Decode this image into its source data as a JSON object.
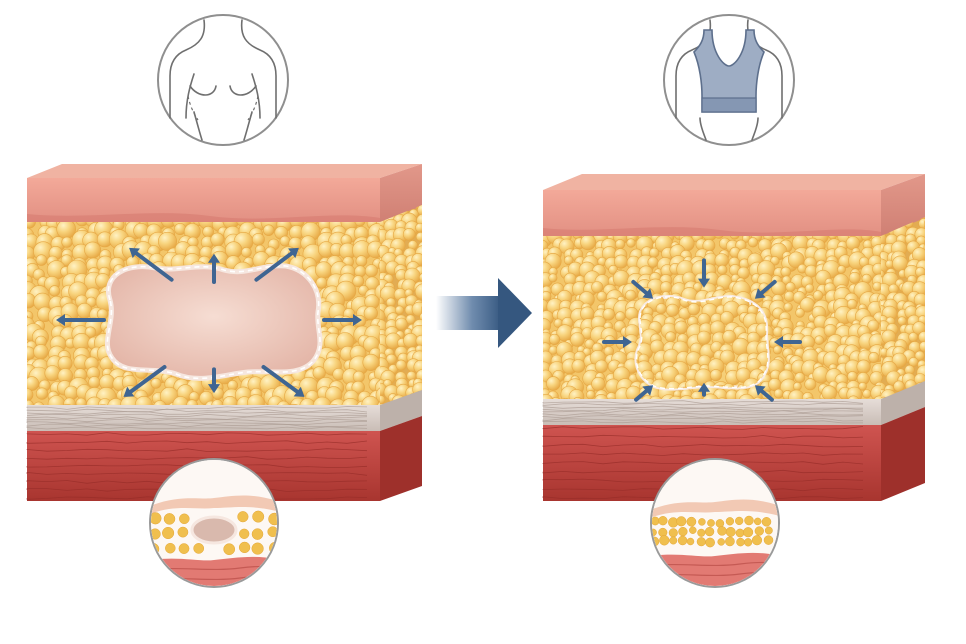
{
  "figure": {
    "panels": [
      {
        "id": "before",
        "icon": "bare-torso-icon",
        "cavity_state": "open-seroma-cavity",
        "arrow_direction": "outward",
        "inset": "cavity-in-fat-inset"
      },
      {
        "id": "after",
        "icon": "compression-garment-torso-icon",
        "cavity_state": "collapsed-cavity",
        "arrow_direction": "inward",
        "inset": "compressed-fat-inset"
      }
    ],
    "transition_arrow": "right-arrow-icon",
    "layers": [
      "skin",
      "fat",
      "fascia",
      "muscle"
    ],
    "colors": {
      "skin_top": "#f2b9a4",
      "skin": "#e9998c",
      "fat": "#f7cf72",
      "fat_dark": "#e9ad45",
      "fascia": "#d9cfc9",
      "muscle": "#c74a46",
      "muscle_dark": "#a43733",
      "arrow": "#3f6592",
      "icon_stroke": "#8a8a8a",
      "garment": "#9aa9c0"
    }
  }
}
